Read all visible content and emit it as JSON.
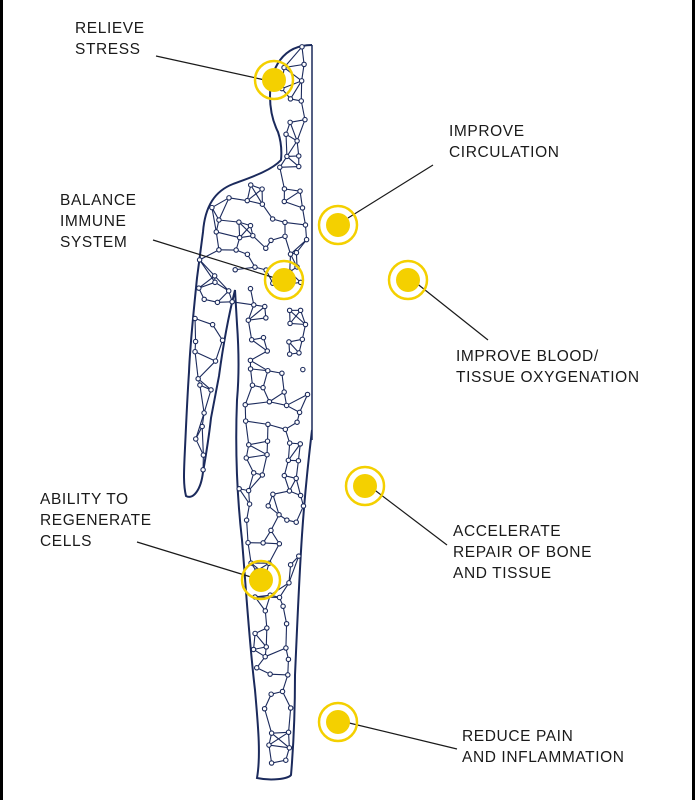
{
  "colors": {
    "figure_fill": "#0f1d4f",
    "mesh_stroke": "#1b2a5c",
    "marker": "#f4d000",
    "leader": "#1a1a1a",
    "text": "#1a1a1a"
  },
  "callouts": [
    {
      "id": "relieve-stress",
      "lines": [
        "RELIEVE",
        "STRESS"
      ]
    },
    {
      "id": "improve-circulation",
      "lines": [
        "IMPROVE",
        "CIRCULATION"
      ]
    },
    {
      "id": "balance-immune-system",
      "lines": [
        "BALANCE",
        "IMMUNE",
        "SYSTEM"
      ]
    },
    {
      "id": "improve-blood-oxygenation",
      "lines": [
        "IMPROVE BLOOD/",
        "TISSUE OXYGENATION"
      ]
    },
    {
      "id": "ability-to-regenerate-cells",
      "lines": [
        "ABILITY TO",
        "REGENERATE",
        "CELLS"
      ]
    },
    {
      "id": "accelerate-repair",
      "lines": [
        "ACCELERATE",
        "REPAIR OF BONE",
        "AND TISSUE"
      ]
    },
    {
      "id": "reduce-pain",
      "lines": [
        "REDUCE PAIN",
        "AND INFLAMMATION"
      ]
    }
  ]
}
